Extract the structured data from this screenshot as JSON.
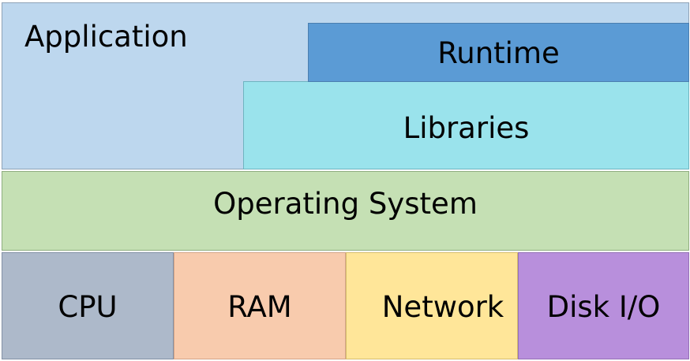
{
  "layers": {
    "application": {
      "label": "Application",
      "color": "#bdd7ee"
    },
    "runtime": {
      "label": "Runtime",
      "color": "#5b9bd5"
    },
    "libraries": {
      "label": "Libraries",
      "color": "#9ae3ec"
    },
    "operating_system": {
      "label": "Operating System",
      "color": "#c5e0b4"
    },
    "hardware": [
      {
        "label": "CPU",
        "color": "#adb9ca"
      },
      {
        "label": "RAM",
        "color": "#f8cbad"
      },
      {
        "label": "Network",
        "color": "#ffe699"
      },
      {
        "label": "Disk I/O",
        "color": "#b88fdc"
      }
    ]
  }
}
